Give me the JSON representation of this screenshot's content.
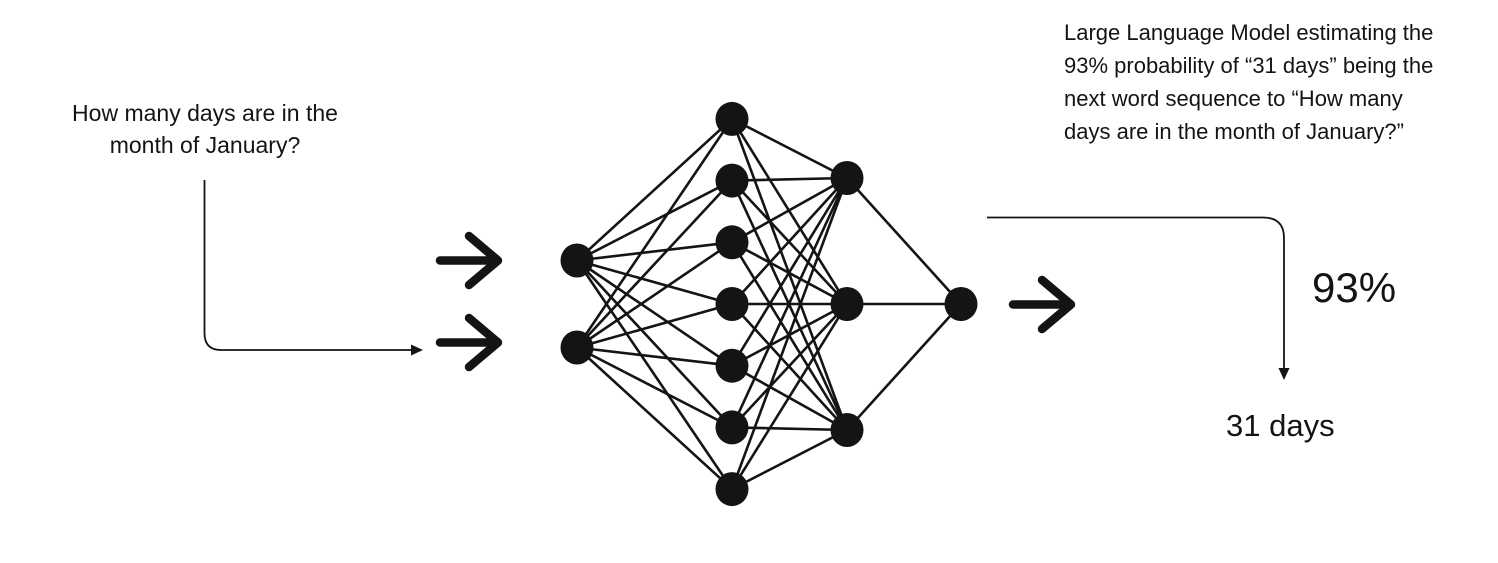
{
  "colors": {
    "ink": "#141414",
    "background": "#ffffff"
  },
  "question": {
    "text": "How many days are in the\nmonth of January?"
  },
  "llm_note": {
    "text": "Large Language Model estimating the\n93% probability of “31 days” being the\nnext word sequence to “How many\ndays are in the month of January?”"
  },
  "output": {
    "probability": "93%",
    "answer": "31 days"
  },
  "network": {
    "type": "fully-connected-neural-network",
    "layers": [
      2,
      7,
      3,
      1
    ]
  }
}
